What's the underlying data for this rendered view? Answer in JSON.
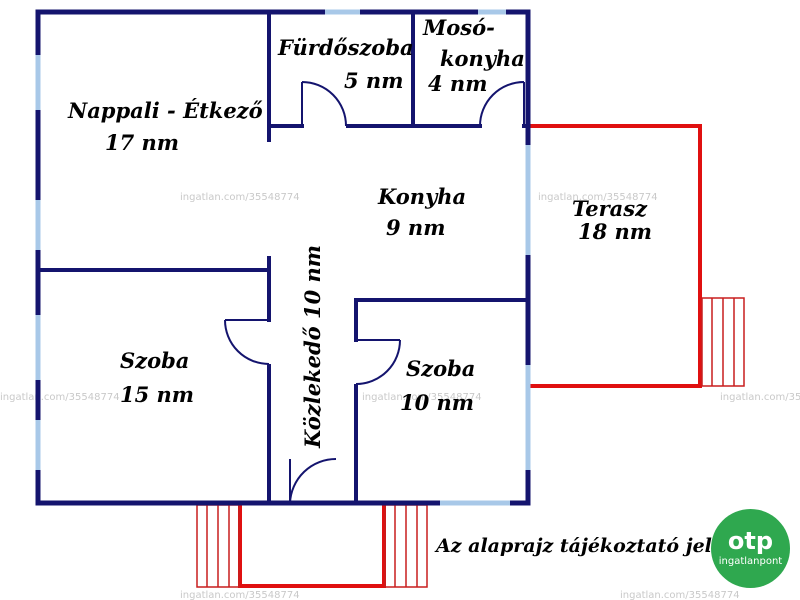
{
  "colors": {
    "wall": "#14146e",
    "window": "#a8c8e8",
    "terrace": "#e01010",
    "stairs": "#c81e1e",
    "logo": "#2fa84f",
    "watermark": "#c9c9c9"
  },
  "rooms": {
    "living": {
      "name": "Nappali - Étkező",
      "area": "17 nm"
    },
    "bathroom": {
      "name": "Fürdőszoba",
      "area": "5 nm"
    },
    "laundry": {
      "name_line1": "Mosó-",
      "name_line2": "konyha",
      "area": "4 nm"
    },
    "kitchen": {
      "name": "Konyha",
      "area": "9 nm"
    },
    "terrace": {
      "name": "Terasz",
      "area": "18 nm"
    },
    "room_left": {
      "name": "Szoba",
      "area": "15 nm"
    },
    "room_right": {
      "name": "Szoba",
      "area": "10 nm"
    },
    "corridor": {
      "label": "Közlekedő 10 nm"
    }
  },
  "note": "Az alaprajz tájékoztató jel",
  "watermark": "ingatlan.com/35548774",
  "logo": {
    "brand": "otp",
    "sub": "ingatlanpont",
    "icon": "otp-circle-logo"
  }
}
